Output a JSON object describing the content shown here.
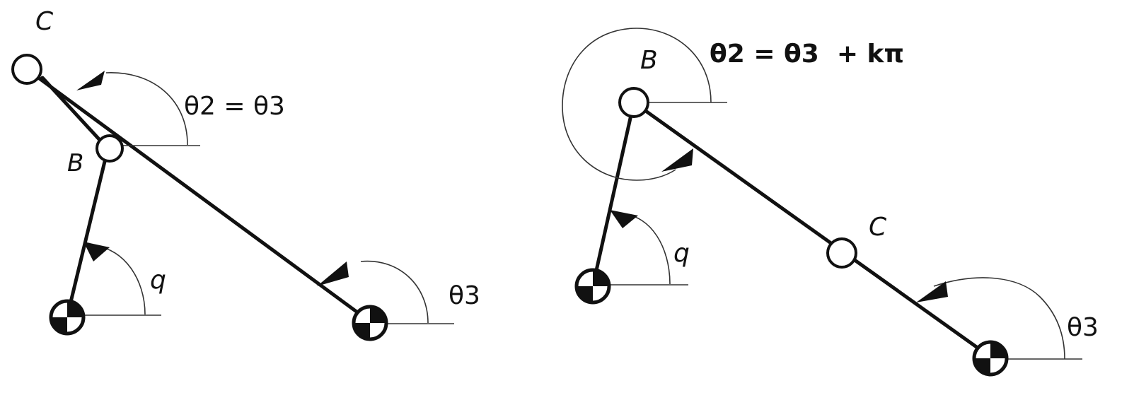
{
  "left_config": {
    "point_c": "C",
    "point_b": "B",
    "angle_q": "q",
    "angle_theta3": "θ3",
    "equation": "θ2 = θ3"
  },
  "right_config": {
    "point_b": "B",
    "point_c": "C",
    "angle_q": "q",
    "angle_theta3": "θ3",
    "equation": "θ2 = θ3  + kπ"
  },
  "icons": {
    "ground_pivot": "ground-pivot-icon",
    "arrowhead": "arrowhead-icon"
  },
  "colors": {
    "ink": "#111111",
    "background": "#ffffff"
  }
}
